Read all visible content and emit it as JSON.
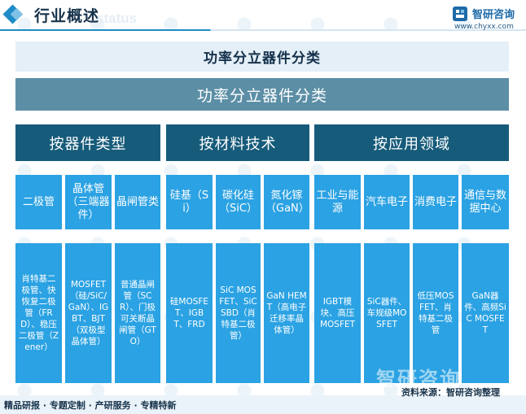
{
  "header": {
    "title": "行业概述",
    "ghost_text": "status",
    "logo_name": "智研咨询",
    "logo_url": "www.chyxx.com"
  },
  "title_light": "功率分立器件分类",
  "title_dark": "功率分立器件分类",
  "categories": [
    {
      "label": "按器件类型"
    },
    {
      "label": "按材料技术"
    },
    {
      "label": "按应用领域"
    }
  ],
  "items": [
    {
      "label": "二极管",
      "detail": "肖特基二极管、快恢复二极管（FRD）、稳压二极管（Zener）"
    },
    {
      "label": "晶体管（三端器件）",
      "detail": "MOSFET（硅/SiC/GaN）、IGBT、BJT（双极型晶体管）"
    },
    {
      "label": "晶闸管类",
      "detail": "普通晶闸管（SCR）、门极可关断晶闸管（GTO）"
    },
    {
      "label": "硅基（Si）",
      "detail": "硅MOSFET、IGBT、FRD"
    },
    {
      "label": "碳化硅（SiC）",
      "detail": "SiC MOSFET、SiC SBD（肖特基二极管）"
    },
    {
      "label": "氮化镓（GaN）",
      "detail": "GaN HEMT（高电子迁移率晶体管）"
    },
    {
      "label": "工业与能源",
      "detail": "IGBT模块、高压MOSFET"
    },
    {
      "label": "汽车电子",
      "detail": "SiC器件、车规级MOSFET"
    },
    {
      "label": "消费电子",
      "detail": "低压MOSFET、肖特基二极管"
    },
    {
      "label": "通信与数据中心",
      "detail": "GaN器件、高频SiC MOSFET"
    }
  ],
  "footer": {
    "watermark": "智研咨询",
    "source": "资料来源：智研咨询整理",
    "slogan": "精品研报 · 专题定制 · 产研服务 · 专精特新"
  },
  "colors": {
    "dark_header": "#165b7a",
    "item_blue": "#2ba2e3",
    "title_bar": "#5c8fa6",
    "light_bar": "#e4eff8"
  }
}
